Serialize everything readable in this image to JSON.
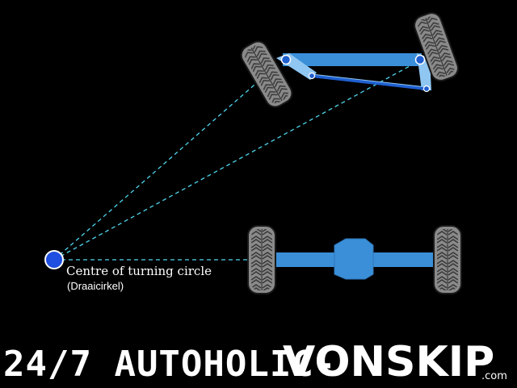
{
  "labels": {
    "centre": "Centre of turning circle",
    "centre_translation": "(Draaicirkel)"
  },
  "brand": {
    "name_part1": "24/7 AUTOHOLIC-",
    "name_part2": "VONSKIP",
    "domain": ".com"
  },
  "colors": {
    "background": "#000000",
    "axle": "#3a8fd8",
    "axle_light": "#8fc6f2",
    "tie_rod": "#1f5fd0",
    "guide_line": "#4fd6ee",
    "centre_point": "#1f4fe0",
    "tyre": "#8a8a8a",
    "tread": "#3a3a3a",
    "text": "#ffffff"
  },
  "icons": {
    "tyre": "tyre-icon",
    "pivot": "pivot-icon",
    "centre": "centre-point-icon"
  }
}
